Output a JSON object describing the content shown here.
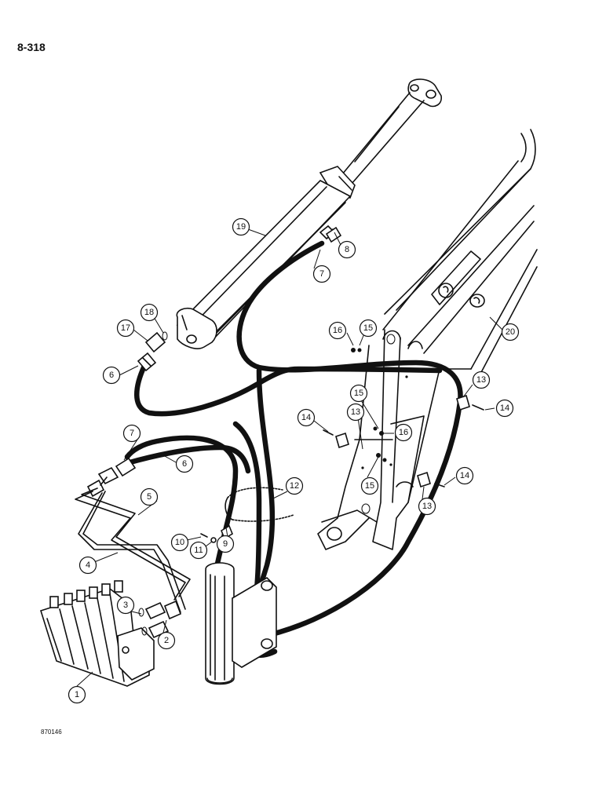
{
  "page_number": "8-318",
  "drawing_number": "870146",
  "callouts": [
    {
      "id": "c1",
      "label": "1"
    },
    {
      "id": "c2",
      "label": "2"
    },
    {
      "id": "c3",
      "label": "3"
    },
    {
      "id": "c4",
      "label": "4"
    },
    {
      "id": "c5",
      "label": "5"
    },
    {
      "id": "c6a",
      "label": "6"
    },
    {
      "id": "c6b",
      "label": "6"
    },
    {
      "id": "c7a",
      "label": "7"
    },
    {
      "id": "c7b",
      "label": "7"
    },
    {
      "id": "c8",
      "label": "8"
    },
    {
      "id": "c9",
      "label": "9"
    },
    {
      "id": "c10",
      "label": "10"
    },
    {
      "id": "c11",
      "label": "11"
    },
    {
      "id": "c12",
      "label": "12"
    },
    {
      "id": "c13a",
      "label": "13"
    },
    {
      "id": "c13b",
      "label": "13"
    },
    {
      "id": "c13c",
      "label": "13"
    },
    {
      "id": "c14a",
      "label": "14"
    },
    {
      "id": "c14b",
      "label": "14"
    },
    {
      "id": "c14c",
      "label": "14"
    },
    {
      "id": "c15a",
      "label": "15"
    },
    {
      "id": "c15b",
      "label": "15"
    },
    {
      "id": "c15c",
      "label": "15"
    },
    {
      "id": "c16a",
      "label": "16"
    },
    {
      "id": "c16b",
      "label": "16"
    },
    {
      "id": "c17",
      "label": "17"
    },
    {
      "id": "c18",
      "label": "18"
    },
    {
      "id": "c19",
      "label": "19"
    },
    {
      "id": "c20",
      "label": "20"
    }
  ]
}
